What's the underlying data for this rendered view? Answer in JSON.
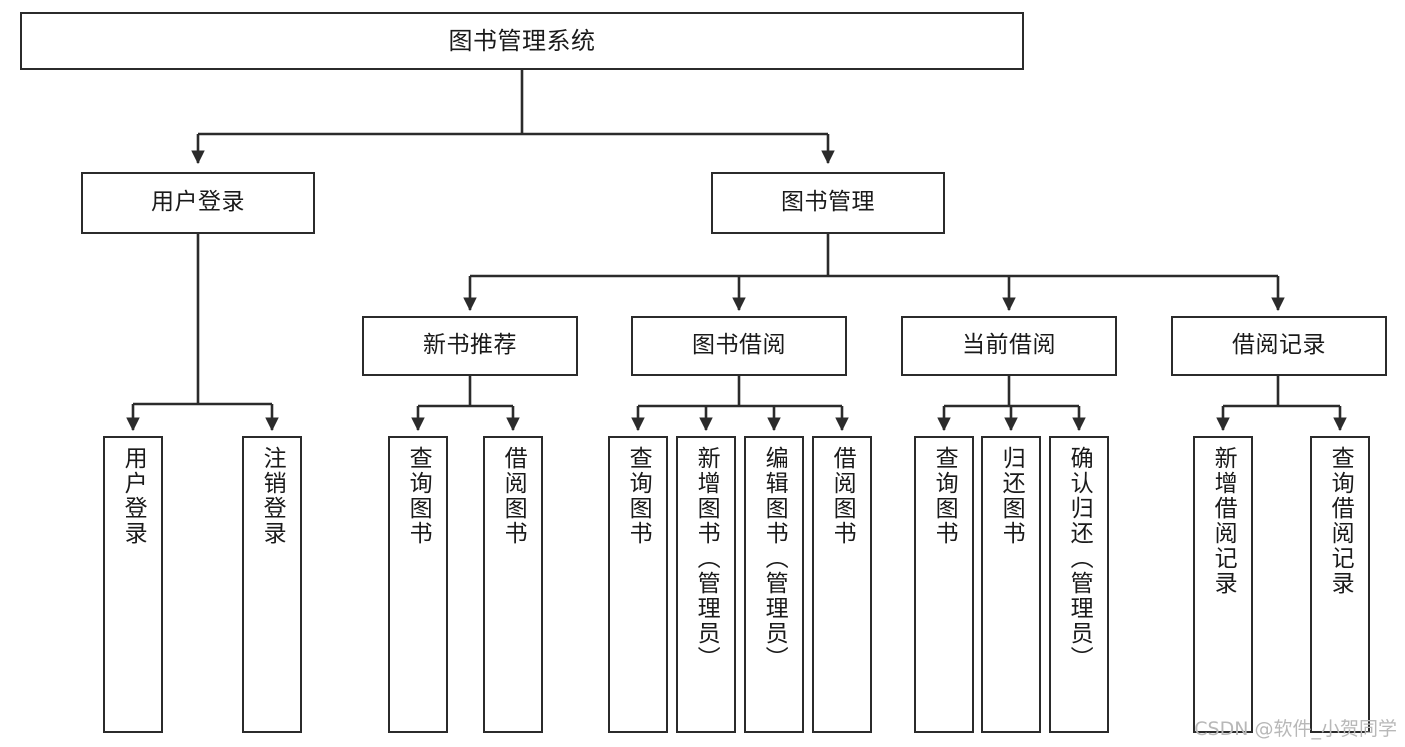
{
  "diagram": {
    "type": "tree-hierarchy",
    "title": "图书管理系统",
    "colors": {
      "border": "#2b2b2b",
      "background": "#ffffff",
      "text": "#1a1a1a",
      "watermark": "#b8b8b8"
    },
    "nodes": {
      "root": {
        "label": "图书管理系统"
      },
      "level2": [
        {
          "id": "user-login",
          "label": "用户登录"
        },
        {
          "id": "book-manage",
          "label": "图书管理"
        }
      ],
      "level3": [
        {
          "id": "new-book-recommend",
          "label": "新书推荐"
        },
        {
          "id": "book-borrow",
          "label": "图书借阅"
        },
        {
          "id": "current-borrow",
          "label": "当前借阅"
        },
        {
          "id": "borrow-record",
          "label": "借阅记录"
        }
      ],
      "leaves": {
        "user_login": [
          {
            "id": "leaf-user-login",
            "label": "用户登录"
          },
          {
            "id": "leaf-logout-login",
            "label": "注销登录"
          }
        ],
        "new_book_recommend": [
          {
            "id": "leaf-query-book-1",
            "label": "查询图书"
          },
          {
            "id": "leaf-borrow-book-1",
            "label": "借阅图书"
          }
        ],
        "book_borrow": [
          {
            "id": "leaf-query-book-2",
            "label": "查询图书"
          },
          {
            "id": "leaf-add-book-admin",
            "label": "新增图书（管理员）"
          },
          {
            "id": "leaf-edit-book-admin",
            "label": "编辑图书（管理员）"
          },
          {
            "id": "leaf-borrow-book-2",
            "label": "借阅图书"
          }
        ],
        "current_borrow": [
          {
            "id": "leaf-query-book-3",
            "label": "查询图书"
          },
          {
            "id": "leaf-return-book",
            "label": "归还图书"
          },
          {
            "id": "leaf-confirm-return-admin",
            "label": "确认归还（管理员）"
          }
        ],
        "borrow_record": [
          {
            "id": "leaf-add-borrow-record",
            "label": "新增借阅记录"
          },
          {
            "id": "leaf-query-borrow-record",
            "label": "查询借阅记录"
          }
        ]
      }
    },
    "watermark": "CSDN @软件_小贺同学"
  }
}
